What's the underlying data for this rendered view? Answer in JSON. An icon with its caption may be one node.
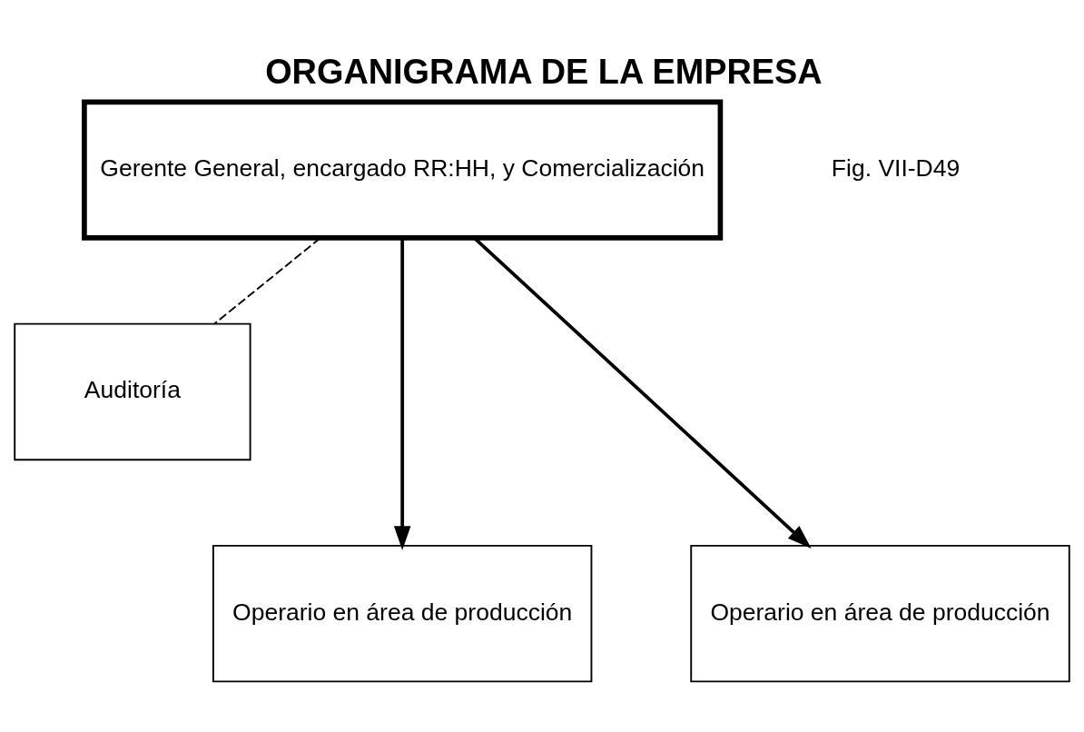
{
  "diagram": {
    "title": "ORGANIGRAMA DE LA EMPRESA",
    "nodes": [
      {
        "text": [
          "Gerente General, encargado RR:HH, y Comercialización"
        ]
      },
      {
        "text": [
          "Auditoría"
        ]
      },
      {
        "text": [
          "Operario en área de producción"
        ]
      },
      {
        "text": [
          "Operario en área de producción"
        ]
      }
    ],
    "edges": [
      {
        "from": 0,
        "to": 1,
        "arrow": "none",
        "style": "dashed"
      },
      {
        "from": 0,
        "to": 2,
        "arrow": "to"
      },
      {
        "from": 0,
        "to": 3,
        "arrow": "to"
      }
    ],
    "labels": [
      "Fig. VII-D49"
    ]
  }
}
